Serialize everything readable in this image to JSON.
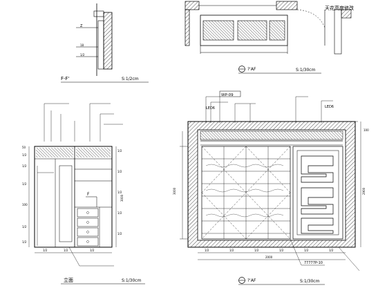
{
  "section_detail": {
    "title": "F-F'",
    "scale": "S:1/2cm",
    "note_z": "Z",
    "note_1": "18",
    "note_2": "1/2"
  },
  "plan_view": {
    "title": "?'AF",
    "scale": "S:1/30cm",
    "revision_note": "天花高度修改"
  },
  "left_elevation": {
    "title": "立面",
    "scale": "S:1/30cm",
    "cut_label": "F",
    "dims_bottom": [
      "1/2",
      "1/2",
      "1/2"
    ],
    "dims_side": [
      "50",
      "1/2",
      "1/2",
      "1/2",
      "100",
      "1/2",
      "1/2",
      "1/2",
      "1/2",
      "1/2",
      "1/2",
      "1/2"
    ],
    "total_height": "3000"
  },
  "right_elevation": {
    "title": "?'AF",
    "scale": "S:1/30cm",
    "tag_wp": "WP-09",
    "led_left": "LED6",
    "led_right": "LED6",
    "mark_bottom": "77777P-10",
    "dims_bottom": [
      "1/2",
      "1/2",
      "1/2",
      "1/2",
      "1/2",
      "1/2"
    ],
    "dim_total": "2000",
    "total_height": "3000",
    "height_right": "2900",
    "dim_side_small": "100"
  }
}
